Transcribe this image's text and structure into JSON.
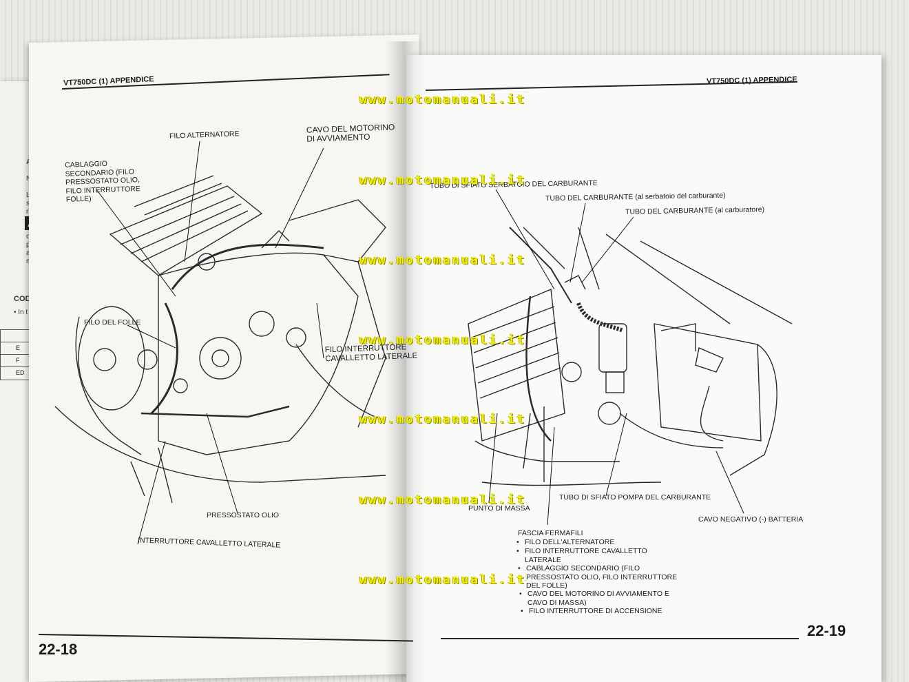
{
  "left_page": {
    "header": "VT750DC (1) APPENDICE",
    "page_number": "22-18",
    "labels": {
      "filo_alternatore": "FILO ALTERNATORE",
      "cavo_motorino": "CAVO DEL MOTORINO\nDI AVVIAMENTO",
      "cablaggio": "CABLAGGIO\nSECONDARIO (FILO\nPRESSOSTATO OLIO,\nFILO INTERRUTTORE\nFOLLE)",
      "filo_folle": "FILO DEL FOLLE",
      "filo_interruttore_cav": "FILO INTERRUTTORE\nCAVALLETTO LATERALE",
      "pressostato": "PRESSOSTATO OLIO",
      "interruttore_cav": "INTERRUTTORE CAVALLETTO LATERALE"
    }
  },
  "right_page": {
    "header": "VT750DC (1) APPENDICE",
    "page_number": "22-19",
    "labels": {
      "tubo_sfiato_serbatoio": "TUBO DI SFIATO SERBATOIO DEL CARBURANTE",
      "tubo_carb_serbatoio": "TUBO DEL CARBURANTE (al serbatoio del carburante)",
      "tubo_carb_carburatore": "TUBO DEL CARBURANTE (al carburatore)",
      "tubo_sfiato_pompa": "TUBO DI SFIATO POMPA DEL CARBURANTE",
      "punto_massa": "PUNTO DI MASSA",
      "cavo_negativo": "CAVO NEGATIVO (-) BATTERIA",
      "fascia_title": "FASCIA FERMAFILI"
    },
    "fascia_items": [
      "FILO DELL'ALTERNATORE",
      "FILO INTERRUTTORE CAVALLETTO\nLATERALE",
      "CABLAGGIO SECONDARIO (FILO\nPRESSOSTATO OLIO, FILO INTERRUTTORE\nDEL FOLLE)",
      "CAVO DEL MOTORINO DI AVVIAMENTO E\nCAVO DI MASSA)",
      "FILO INTERRUTTORE DI ACCENSIONE"
    ]
  },
  "back_page": {
    "fragments": [
      "ATT",
      "NO",
      "Le",
      "sor",
      "risp",
      "pot",
      "rip",
      "o c",
      "por",
      "ass",
      "me",
      "COD",
      "• In t"
    ],
    "table_rows": [
      "E",
      "F",
      "ED"
    ]
  },
  "watermark": "www.motomanuali.it",
  "colors": {
    "watermark": "#f2ef00",
    "ink": "#1b1b1b",
    "paper": "#f7f6f3"
  }
}
